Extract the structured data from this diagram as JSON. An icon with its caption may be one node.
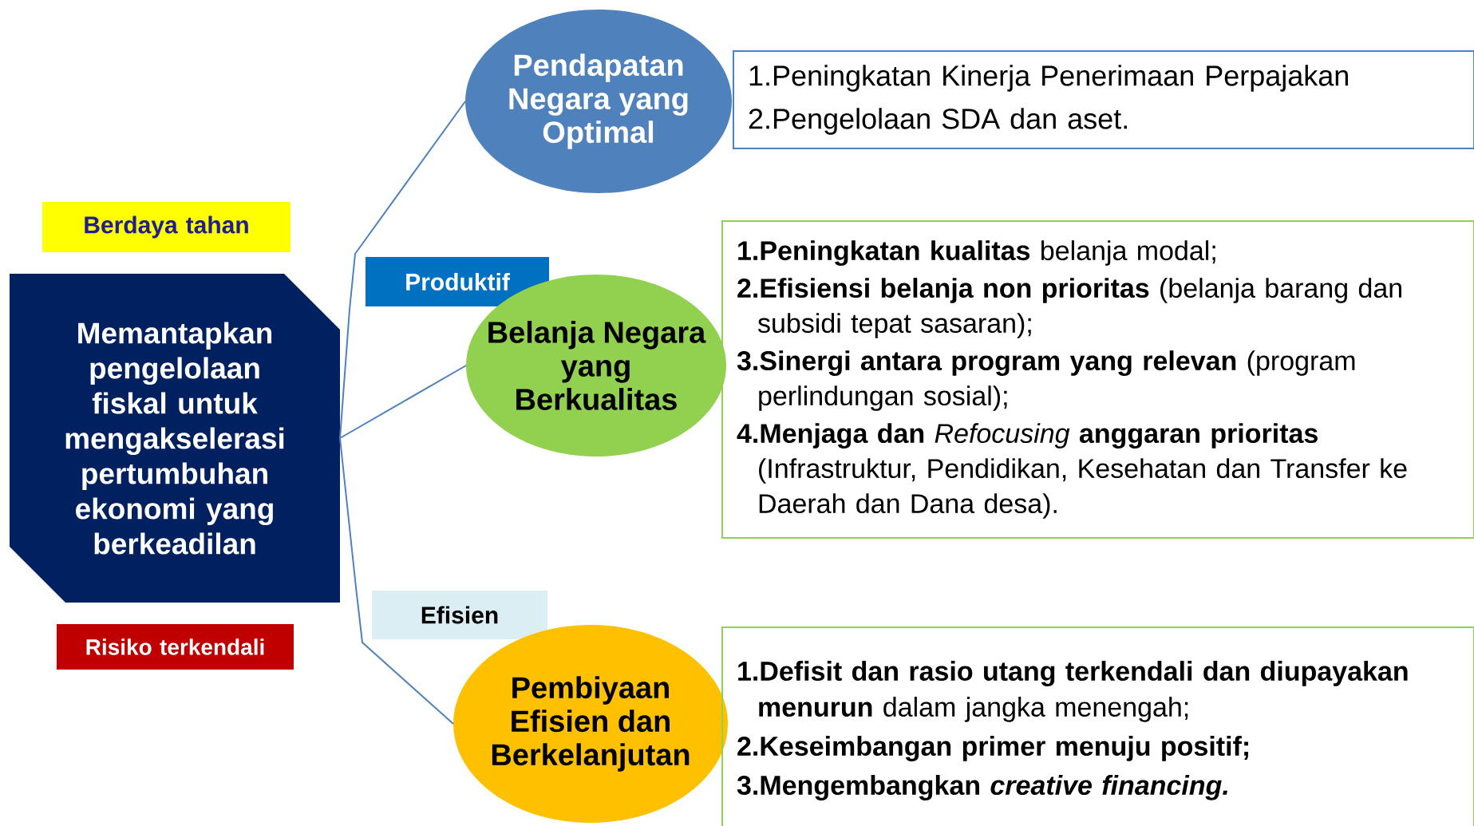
{
  "diagram": {
    "nodes": [
      {
        "text": [
          "Memantapkan pengelolaan fiskal untuk mengakselerasi pertumbuhan ekonomi yang berkeadilan"
        ]
      },
      {
        "text": [
          "Berdaya tahan"
        ]
      },
      {
        "text": [
          "Produktif"
        ]
      },
      {
        "text": [
          "Efisien"
        ]
      },
      {
        "text": [
          "Risiko terkendali"
        ]
      },
      {
        "text": [
          "Pendapatan Negara yang Optimal"
        ]
      },
      {
        "text": [
          "1.Peningkatan Kinerja Penerimaan Perpajakan",
          "2.Pengelolaan SDA dan aset."
        ]
      },
      {
        "text": [
          "Belanja Negara yang Berkualitas"
        ]
      },
      {
        "text": [
          "**1.Peningkatan kualitas** belanja modal;",
          "**2.Efisiensi belanja non prioritas** (belanja barang dan subsidi tepat sasaran);",
          "**3.Sinergi antara program yang relevan** (program perlindungan sosial);",
          "**4.Menjaga dan** *Refocusing* **anggaran prioritas** (Infrastruktur, Pendidikan, Kesehatan dan Transfer ke Daerah dan Dana desa)."
        ]
      },
      {
        "text": [
          "Pembiyaan Efisien dan Berkelanjutan"
        ]
      },
      {
        "text": [
          "**1.Defisit dan rasio utang terkendali dan diupayakan menurun** dalam jangka menengah;",
          "2.Keseimbangan primer menuju positif;",
          "3.Mengembangkan *creative financing.*"
        ]
      }
    ],
    "edges": [
      {
        "from": 0,
        "to": 5,
        "arrow": "none"
      },
      {
        "from": 0,
        "to": 7,
        "arrow": "none"
      },
      {
        "from": 0,
        "to": 9,
        "arrow": "none"
      }
    ]
  }
}
